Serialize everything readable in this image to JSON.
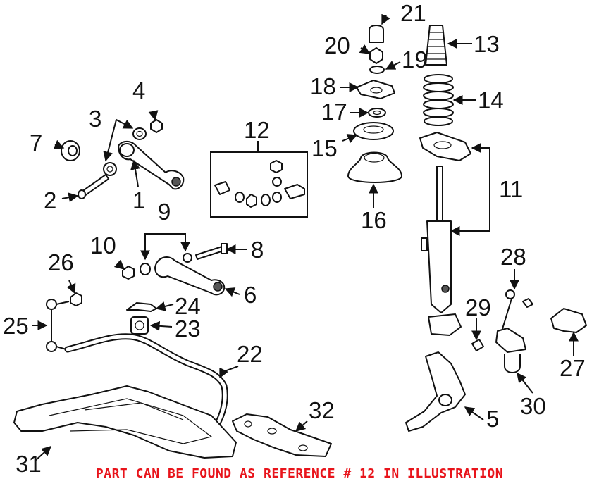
{
  "callouts": {
    "c1": "1",
    "c2": "2",
    "c3": "3",
    "c4": "4",
    "c5": "5",
    "c6": "6",
    "c7": "7",
    "c8": "8",
    "c9": "9",
    "c10": "10",
    "c11": "11",
    "c12": "12",
    "c13": "13",
    "c14": "14",
    "c15": "15",
    "c16": "16",
    "c17": "17",
    "c18": "18",
    "c19": "19",
    "c20": "20",
    "c21": "21",
    "c22": "22",
    "c23": "23",
    "c24": "24",
    "c25": "25",
    "c26": "26",
    "c27": "27",
    "c28": "28",
    "c29": "29",
    "c30": "30",
    "c31": "31",
    "c32": "32"
  },
  "footer_note": "PART CAN BE FOUND AS REFERENCE # 12 IN ILLUSTRATION",
  "colors": {
    "footer_note": "#e8141b",
    "line": "#111111"
  }
}
